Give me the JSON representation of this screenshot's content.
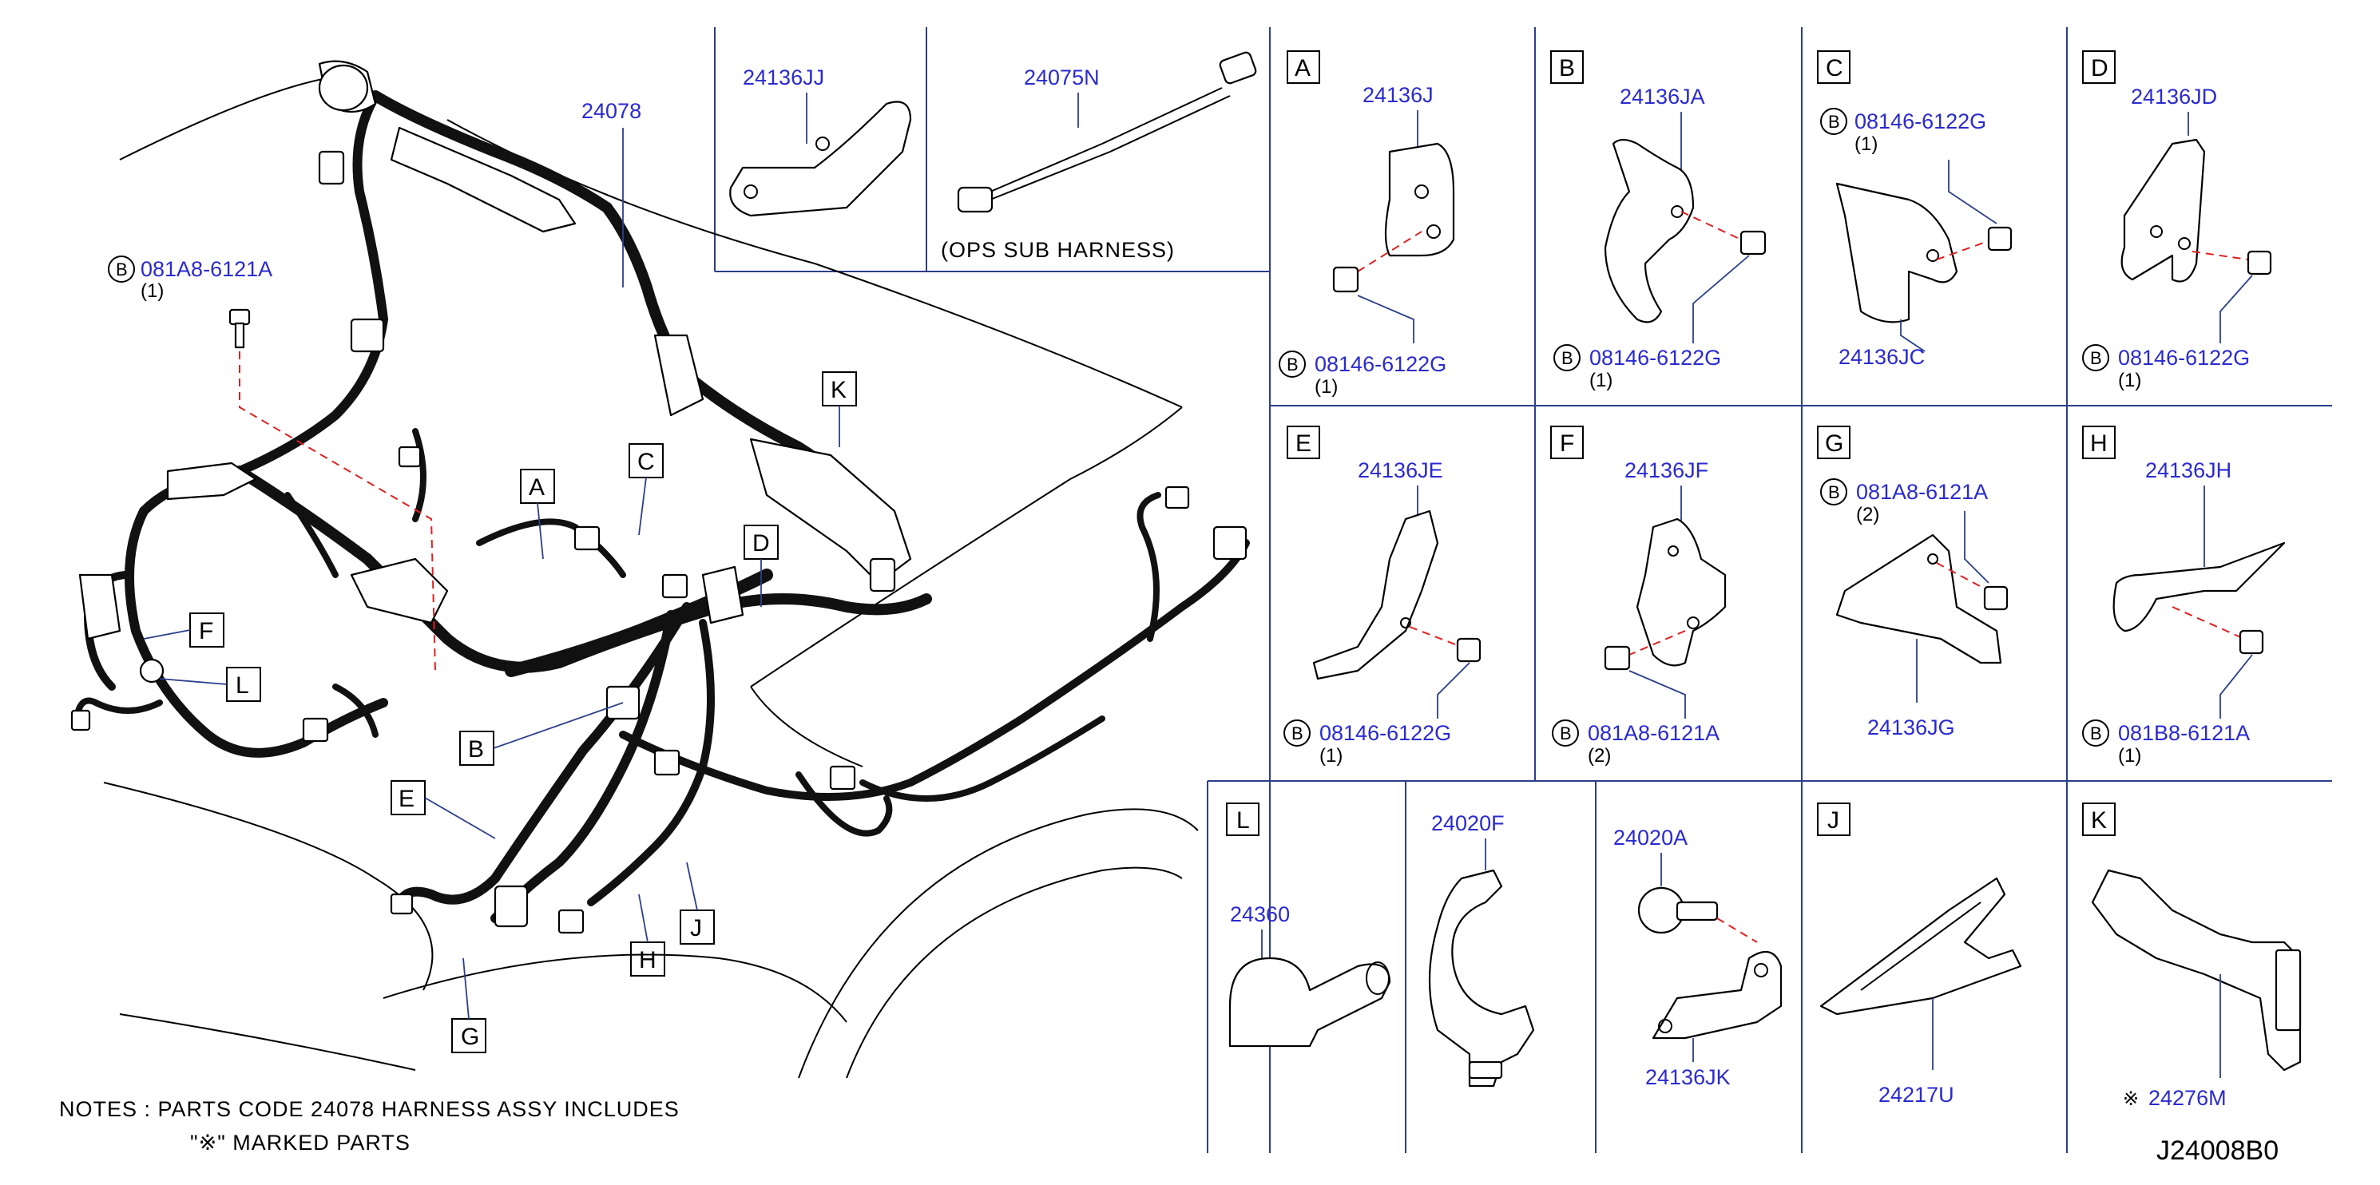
{
  "diagram_code": "J24008B0",
  "notes": {
    "line1": "NOTES : PARTS CODE 24078 HARNESS ASSY INCLUDES",
    "line2": "\"※\" MARKED PARTS"
  },
  "main": {
    "harness_part": "24078",
    "bolt_part": "081A8-6121A",
    "bolt_qty": "(1)",
    "bolt_badge": "B",
    "callouts": [
      "A",
      "B",
      "C",
      "D",
      "E",
      "F",
      "G",
      "H",
      "J",
      "K",
      "L"
    ]
  },
  "top_panels": [
    {
      "part": "24136JJ"
    },
    {
      "part": "24075N",
      "caption": "(OPS SUB HARNESS)"
    }
  ],
  "detail_panels": [
    {
      "letter": "A",
      "part": "24136J",
      "bolt": "08146-6122G",
      "qty": "(1)",
      "badge": "B"
    },
    {
      "letter": "B",
      "part": "24136JA",
      "bolt": "08146-6122G",
      "qty": "(1)",
      "badge": "B"
    },
    {
      "letter": "C",
      "part": "24136JC",
      "bolt": "08146-6122G",
      "qty": "(1)",
      "badge": "B"
    },
    {
      "letter": "D",
      "part": "24136JD",
      "bolt": "08146-6122G",
      "qty": "(1)",
      "badge": "B"
    },
    {
      "letter": "E",
      "part": "24136JE",
      "bolt": "08146-6122G",
      "qty": "(1)",
      "badge": "B"
    },
    {
      "letter": "F",
      "part": "24136JF",
      "bolt": "081A8-6121A",
      "qty": "(2)",
      "badge": "B"
    },
    {
      "letter": "G",
      "part": "24136JG",
      "bolt": "081A8-6121A",
      "qty": "(2)",
      "badge": "B"
    },
    {
      "letter": "H",
      "part": "24136JH",
      "bolt": "081B8-6121A",
      "qty": "(1)",
      "badge": "B"
    },
    {
      "letter": "L",
      "part": "24360"
    },
    {
      "part": "24020F"
    },
    {
      "part": "24020A",
      "part2": "24136JK"
    },
    {
      "letter": "J",
      "part": "24217U"
    },
    {
      "letter": "K",
      "part": "24276M",
      "marker": "※"
    }
  ],
  "colors": {
    "part_number": "#2a2ad0",
    "grid": "#2b3f8a",
    "dashed_leader": "#e02020",
    "ink": "#000000"
  }
}
